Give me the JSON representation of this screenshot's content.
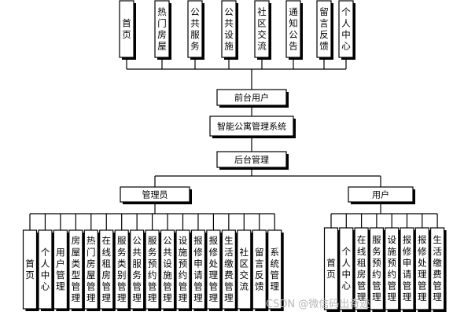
{
  "top_items": [
    "首页",
    "热门房屋",
    "公共服务",
    "公共设施",
    "社区交流",
    "通知公告",
    "留言反馈",
    "个人中心"
  ],
  "front_user": "前台用户",
  "system": "智能公寓管理系统",
  "back_admin": "后台管理",
  "admin_role": "管理员",
  "user_role": "用户",
  "admin_items": [
    "首页",
    "个人中心",
    "用户管理",
    "房屋类型管理",
    "热门房屋管理",
    "在线租房管理",
    "服务类别管理",
    "公共服务管理",
    "服务预约管理",
    "公共设施管理",
    "设施预约管理",
    "报修申请管理",
    "报修处理管理",
    "生活缴费管理",
    "社区交流",
    "留言反馈",
    "系统管理"
  ],
  "user_items": [
    "首页",
    "个人中心",
    "在线租房管理",
    "服务预约管理",
    "设施预约管理",
    "报修申请管理",
    "报修处理管理",
    "生活缴费管理"
  ],
  "watermark": "CSDN @微信码出奇迹"
}
